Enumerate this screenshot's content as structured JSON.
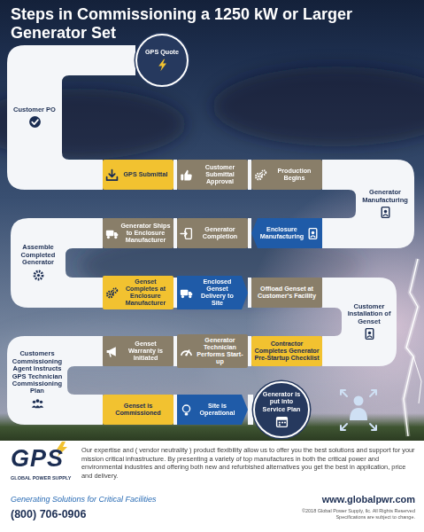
{
  "diagram": {
    "title": "Steps in Commissioning a 1250 kW or Larger Generator Set",
    "nodes": [
      {
        "text": [
          "GPS Quote"
        ]
      },
      {
        "text": [
          "Customer PO"
        ]
      },
      {
        "text": [
          "GPS Submittal"
        ]
      },
      {
        "text": [
          "Customer Submittal Approval"
        ]
      },
      {
        "text": [
          "Production Begins"
        ]
      },
      {
        "text": [
          "Generator Manufacturing"
        ]
      },
      {
        "text": [
          "Enclosure Manufacturing"
        ]
      },
      {
        "text": [
          "Generator Completion"
        ]
      },
      {
        "text": [
          "Generator Ships to Enclosure Manufacturer"
        ]
      },
      {
        "text": [
          "Assemble Completed Generator"
        ]
      },
      {
        "text": [
          "Genset Completes at Enclosure Manufacturer"
        ]
      },
      {
        "text": [
          "Enclosed Genset Delivery to Site"
        ]
      },
      {
        "text": [
          "Offload Genset at Customer's Facility"
        ]
      },
      {
        "text": [
          "Customer Installation of Genset"
        ]
      },
      {
        "text": [
          "Contractor Completes Generator Pre-Startup Checklist"
        ]
      },
      {
        "text": [
          "Generator Technician Performs Start-up"
        ]
      },
      {
        "text": [
          "Genset Warranty is Initiated"
        ]
      },
      {
        "text": [
          "Customers Commissioning Agent Instructs GPS Technician Commissioning Plan"
        ]
      },
      {
        "text": [
          "Genset is Commissioned"
        ]
      },
      {
        "text": [
          "Site is Operational"
        ]
      },
      {
        "text": [
          "Generator is put into Service Plan"
        ]
      }
    ],
    "edges": [
      {
        "from": 0,
        "to": 1,
        "arrow": "none"
      },
      {
        "from": 1,
        "to": 2,
        "arrow": "none"
      },
      {
        "from": 2,
        "to": 3,
        "arrow": "none"
      },
      {
        "from": 3,
        "to": 4,
        "arrow": "none"
      },
      {
        "from": 4,
        "to": 5,
        "arrow": "none"
      },
      {
        "from": 5,
        "to": 6,
        "arrow": "none"
      },
      {
        "from": 6,
        "to": 7,
        "arrow": "none"
      },
      {
        "from": 7,
        "to": 8,
        "arrow": "none"
      },
      {
        "from": 8,
        "to": 9,
        "arrow": "none"
      },
      {
        "from": 9,
        "to": 10,
        "arrow": "none"
      },
      {
        "from": 10,
        "to": 11,
        "arrow": "none"
      },
      {
        "from": 11,
        "to": 12,
        "arrow": "none"
      },
      {
        "from": 12,
        "to": 13,
        "arrow": "none"
      },
      {
        "from": 13,
        "to": 14,
        "arrow": "none"
      },
      {
        "from": 14,
        "to": 15,
        "arrow": "none"
      },
      {
        "from": 15,
        "to": 16,
        "arrow": "none"
      },
      {
        "from": 16,
        "to": 17,
        "arrow": "none"
      },
      {
        "from": 17,
        "to": 18,
        "arrow": "none"
      },
      {
        "from": 18,
        "to": 19,
        "arrow": "none"
      },
      {
        "from": 19,
        "to": 20,
        "arrow": "none"
      }
    ],
    "labels": [
      "GPS",
      "GLOBAL POWER SUPPLY",
      "Our expertise and ( vendor neutrality ) product flexibility allow us to offer you the best solutions and support for your mission critical infrastructure. By presenting a variety of top manufactures in both the critical power and environmental industries and offering both new and refurbished alternatives you get the best in application, price and delivery.",
      "Generating Solutions for Critical Facilities",
      "(800) 706-0906",
      "www.globalpwr.com",
      "©2018 Global Power Supply, llc. All Rights Reserved",
      "Specifications are subject to change."
    ]
  }
}
